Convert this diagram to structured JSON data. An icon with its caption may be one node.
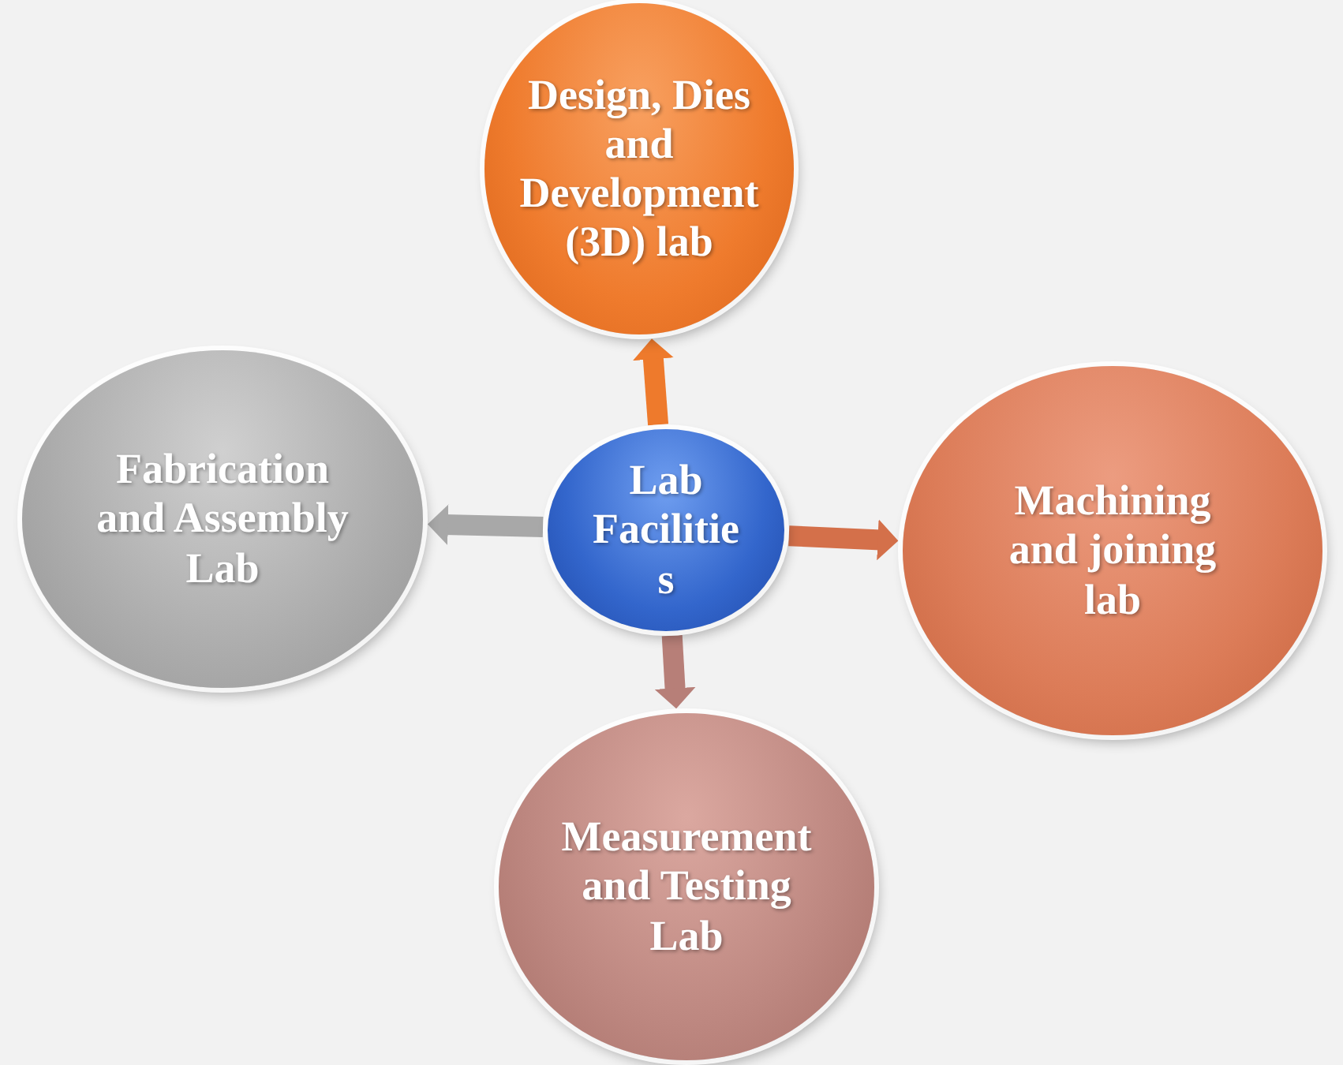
{
  "diagram": {
    "nodes": [
      {
        "text": [
          "Design, Dies and Development (3D) lab"
        ]
      },
      {
        "text": [
          "Fabrication and Assembly Lab"
        ]
      },
      {
        "text": [
          "Lab Facilities"
        ]
      },
      {
        "text": [
          "Machining and joining lab"
        ]
      },
      {
        "text": [
          "Measurement and Testing Lab"
        ]
      }
    ],
    "edges": [
      {
        "from": 2,
        "to": 0,
        "arrow": "to",
        "color": "#ee7a2c"
      },
      {
        "from": 2,
        "to": 3,
        "arrow": "to",
        "color": "#d4704a"
      },
      {
        "from": 2,
        "to": 4,
        "arrow": "to",
        "color": "#b77f78"
      },
      {
        "from": 2,
        "to": 1,
        "arrow": "to",
        "color": "#a8a8a8"
      }
    ]
  }
}
